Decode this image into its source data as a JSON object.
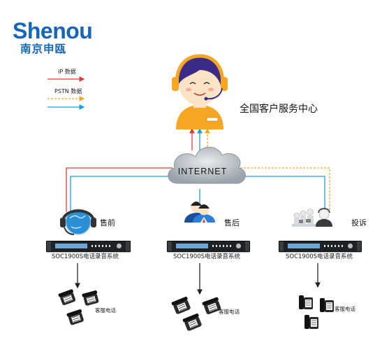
{
  "logo": {
    "en": "Shenou",
    "cn": "南京申瓯"
  },
  "legend": {
    "ip_label": "IP 数据",
    "pstn_label": "PSTN 数据"
  },
  "center": {
    "title": "全国客户服务中心"
  },
  "cloud": {
    "label": "INTERNET"
  },
  "sites": [
    {
      "name": "售前",
      "recorder": "SOC1900S电话录音系统",
      "phones": "客服电话"
    },
    {
      "name": "售后",
      "recorder": "SOC1900S电话录音系统",
      "phones": "客服电话"
    },
    {
      "name": "投诉",
      "recorder": "SOC1900S电话录音系统",
      "phones": "客服电话"
    }
  ],
  "colors": {
    "ip": "#e53935",
    "pstn_orange": "#f5a623",
    "pstn_blue": "#1ea0d6",
    "brand": "#1565b8"
  },
  "icons": [
    "customer-service-agent-icon",
    "internet-cloud-icon",
    "headset-globe-icon",
    "two-agents-icon",
    "call-center-group-icon",
    "rack-recorder-icon",
    "desk-phone-icon"
  ]
}
